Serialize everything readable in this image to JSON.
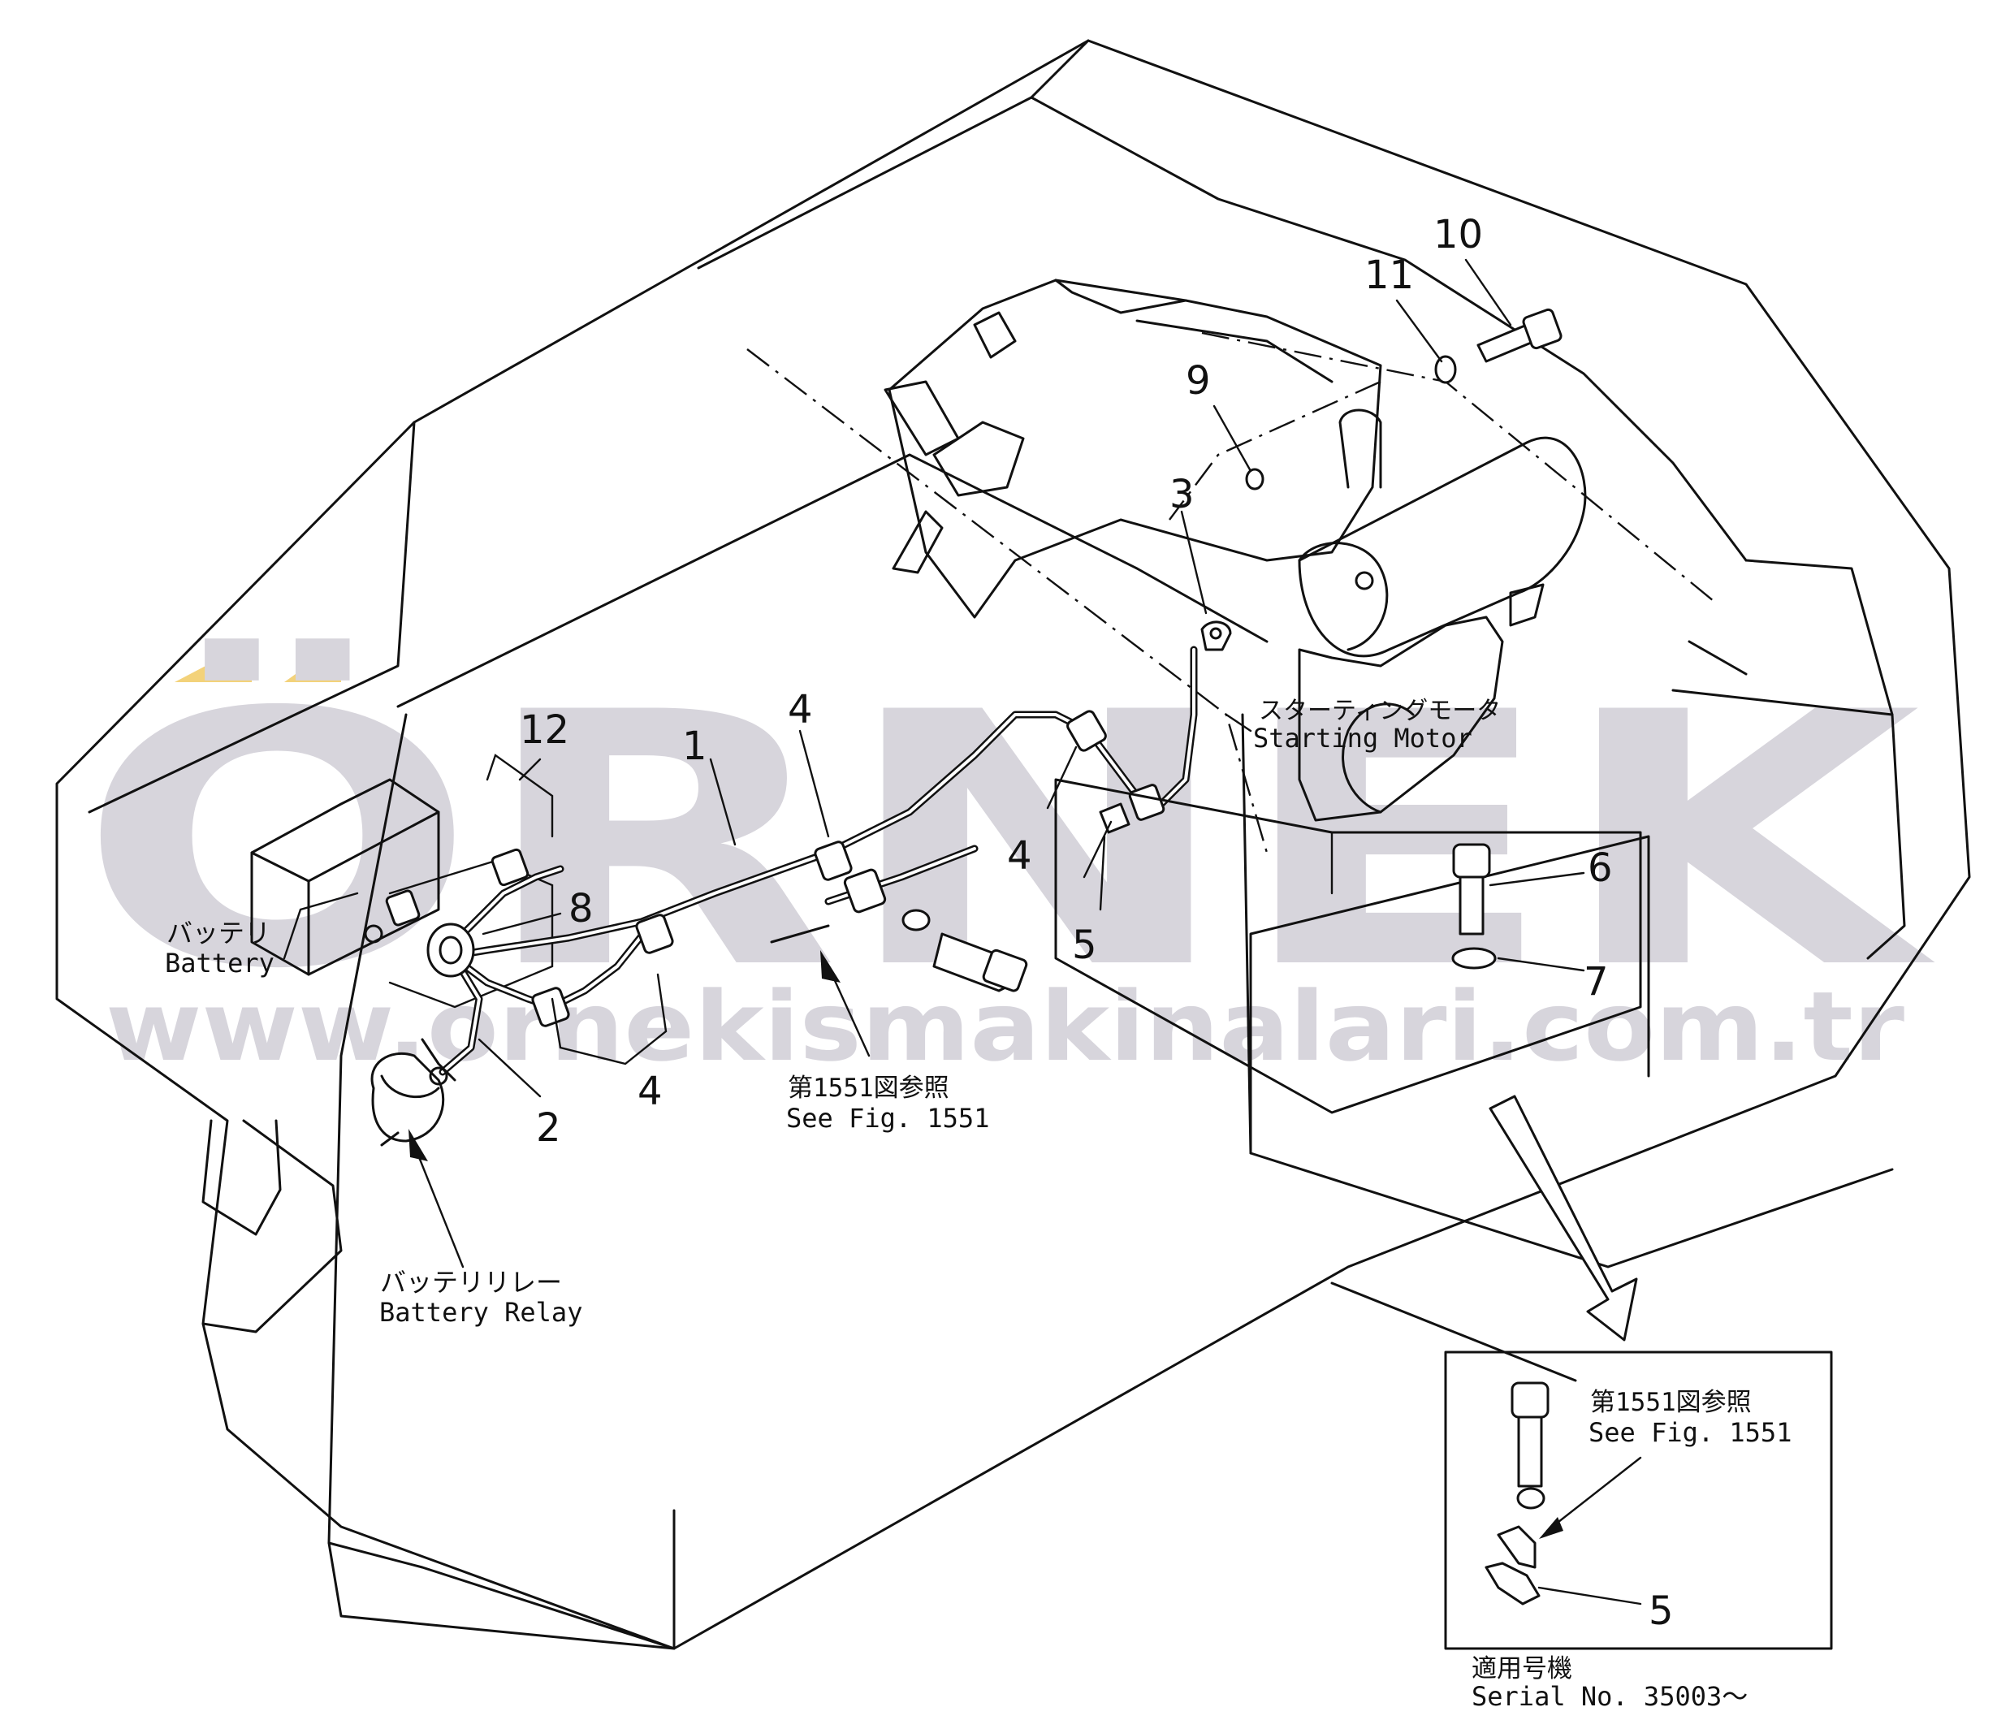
{
  "watermark": {
    "brand": "ÖRNEK",
    "url": "www.ornekismakinalari.com.tr",
    "brand_color": "#d7d5dc",
    "accent_color": "#f3d27a"
  },
  "labels": {
    "battery_jp": "バッテリ",
    "battery_en": "Battery",
    "relay_jp": "バッテリリレー",
    "relay_en": "Battery  Relay",
    "starter_jp": "スターティングモータ",
    "starter_en": "Starting  Motor",
    "see_fig_jp": "第1551図参照",
    "see_fig_en": "See  Fig.  1551",
    "inset_see_fig_jp": "第1551図参照",
    "inset_see_fig_en": "See  Fig.  1551",
    "serial_jp": "適用号機",
    "serial_en": "Serial  No.  35003～"
  },
  "callouts": {
    "p1": "1",
    "p2": "2",
    "p3": "3",
    "p4a": "4",
    "p4b": "4",
    "p4c": "4",
    "p5": "5",
    "p5b": "5",
    "p6": "6",
    "p7": "7",
    "p8": "8",
    "p9": "9",
    "p10": "10",
    "p11": "11",
    "p12": "12"
  }
}
